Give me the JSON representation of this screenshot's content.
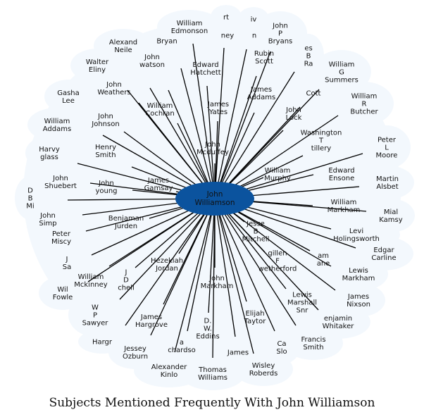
{
  "title": "Subjects Mentioned Frequently With John Williamson",
  "colors": {
    "center_fill": "#0b539e",
    "node_bg": "#f3f8fd",
    "edge": "#000000"
  },
  "center": {
    "label": "John\nWilliamson"
  },
  "nodes": [
    {
      "id": "william-edmonson",
      "label": "William\nEdmonson"
    },
    {
      "id": "john-p-bryans",
      "label": "John\nP\nBryans"
    },
    {
      "id": "alexander-neile",
      "label": "Alexand\nNeile"
    },
    {
      "id": "bryant",
      "label": "Bryan"
    },
    {
      "id": "james-b-ra",
      "label": "es\nB\nRa"
    },
    {
      "id": "walter-eliny",
      "label": "Walter\nEliny"
    },
    {
      "id": "john-watson",
      "label": "John\nwatson"
    },
    {
      "id": "edward-hatchett",
      "label": "Edward\nHatchett"
    },
    {
      "id": "rubin-scott",
      "label": "Rubin\nScott"
    },
    {
      "id": "william-g-summers",
      "label": "William\nG\nSummers"
    },
    {
      "id": "gasham-lee",
      "label": "Gasha\nLee"
    },
    {
      "id": "john-weathers",
      "label": "John\nWeathers"
    },
    {
      "id": "james-addams",
      "label": "James\nAddams"
    },
    {
      "id": "cotton",
      "label": "Cott"
    },
    {
      "id": "william-r-butcher",
      "label": "William\nR\nButcher"
    },
    {
      "id": "william-cochran",
      "label": "William\nCochran"
    },
    {
      "id": "james-yates",
      "label": "James\nYates"
    },
    {
      "id": "john-lock",
      "label": "John\nLock"
    },
    {
      "id": "william-addams",
      "label": "William\nAddams"
    },
    {
      "id": "john-johnson",
      "label": "John\nJohnson"
    },
    {
      "id": "washington-t-tillery",
      "label": "Washington\nT\ntillery"
    },
    {
      "id": "peter-l-moore",
      "label": "Peter\nL\nMoore"
    },
    {
      "id": "harvy-glass",
      "label": "Harvy\nglass"
    },
    {
      "id": "henry-smith",
      "label": "Henry\nSmith"
    },
    {
      "id": "john-mcduffey",
      "label": "John\nMcduffey"
    },
    {
      "id": "william-murphy",
      "label": "William\nMurphy"
    },
    {
      "id": "edward-ensone",
      "label": "Edward\nEnsone"
    },
    {
      "id": "martin-alsbet",
      "label": "Martin\nAlsbet"
    },
    {
      "id": "john-shuebert",
      "label": "John\nShuebert"
    },
    {
      "id": "john-young",
      "label": "John\nyoung"
    },
    {
      "id": "james-gamsay",
      "label": "James\nGamsay"
    },
    {
      "id": "d-b-mi",
      "label": "D\nB\nMi"
    },
    {
      "id": "william-markham",
      "label": "William\nMarkham"
    },
    {
      "id": "mial-kamsy",
      "label": "Mial\nKamsy"
    },
    {
      "id": "john-simpson",
      "label": "John\nSimp"
    },
    {
      "id": "benjamin-jurden",
      "label": "Benjaman\nJurden"
    },
    {
      "id": "jesse-b-mitchell",
      "label": "Jesse\nB\nMitchell"
    },
    {
      "id": "levi-holingsworth",
      "label": "Levi\nHolingsworth"
    },
    {
      "id": "peter-miscy",
      "label": "Peter\nMiscy"
    },
    {
      "id": "edgar-carline",
      "label": "Edgar\nCarline"
    },
    {
      "id": "j-sa",
      "label": "J\nSa"
    },
    {
      "id": "hezekiah-jordan",
      "label": "Hezekiah\nJordan"
    },
    {
      "id": "gilliam-f-wetherford",
      "label": "gillen\nF\nwetherford"
    },
    {
      "id": "adam-lane",
      "label": "am\nane"
    },
    {
      "id": "william-mckinney",
      "label": "William\nMckinney"
    },
    {
      "id": "j-d-mitchell",
      "label": "J\nD\nchell"
    },
    {
      "id": "lewis-markham",
      "label": "Lewis\nMarkham"
    },
    {
      "id": "william-fowler",
      "label": "Wil\nFowle"
    },
    {
      "id": "john-markham",
      "label": "John\nMarkham"
    },
    {
      "id": "lewis-marshall-snr",
      "label": "Lewis\nMarshall\nSnr"
    },
    {
      "id": "james-nixson",
      "label": "James\nNixson"
    },
    {
      "id": "w-p-sawyer",
      "label": "W\nP\nSawyer"
    },
    {
      "id": "james-hargrove",
      "label": "James\nHargrove"
    },
    {
      "id": "d-w-eddins",
      "label": "D.\nW.\nEddins"
    },
    {
      "id": "elijah-taytor",
      "label": "Elijah\nTaytor"
    },
    {
      "id": "benjamin-whitaker",
      "label": "enjamin\nWhitaker"
    },
    {
      "id": "hargrove-2",
      "label": "Hargr"
    },
    {
      "id": "richardson",
      "label": "a\nchardso"
    },
    {
      "id": "francis-smith",
      "label": "Francis\nSmith"
    },
    {
      "id": "jessey-ozburn",
      "label": "Jessey\nOzburn"
    },
    {
      "id": "james-2",
      "label": "James"
    },
    {
      "id": "ca-slo",
      "label": "Ca\nSlo"
    },
    {
      "id": "alexander-kinlo",
      "label": "Alexander\nKinlo"
    },
    {
      "id": "thomas-williams",
      "label": "Thomas\nWilliams"
    },
    {
      "id": "wisley-roberds",
      "label": "Wisley\nRoberds"
    },
    {
      "id": "rt-top",
      "label": "rt"
    },
    {
      "id": "iv-top",
      "label": "iv"
    },
    {
      "id": "ney-top",
      "label": "ney"
    },
    {
      "id": "n-top",
      "label": "n"
    }
  ]
}
